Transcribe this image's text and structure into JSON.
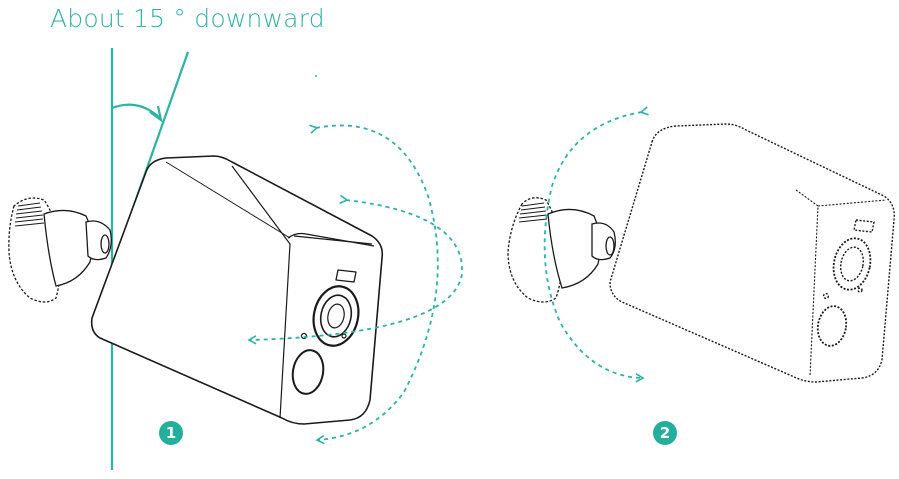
{
  "angle_note": "About 15 ° downward",
  "steps": [
    {
      "number": "1"
    },
    {
      "number": "2"
    }
  ],
  "colors": {
    "accent": "#2bb3a3",
    "badge": "#22b09c",
    "line_art": "#1a1a1a"
  },
  "icons": {
    "wall_line": "vertical-wall-line",
    "tilt_arrow": "curved-angle-arrow",
    "rotate_arrows": "dashed-rotation-arrows"
  }
}
